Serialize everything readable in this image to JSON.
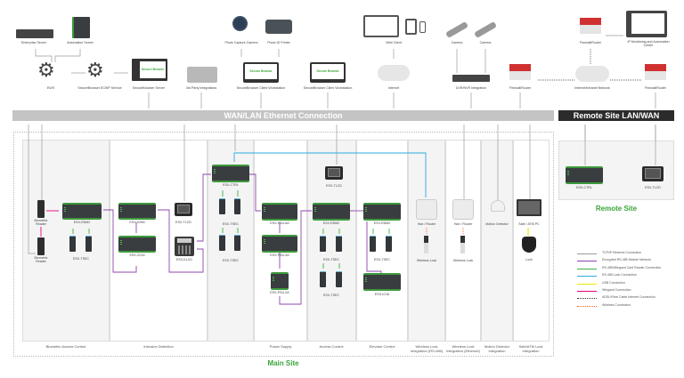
{
  "top": {
    "enterprise_server": "Enterprise Server",
    "automation_server": "Automation Server",
    "ews": "EWS",
    "ecwp_service": "SecureBrowser ECWP Service",
    "server": "SecureBrowser Server",
    "third_party": "3rd Party Integrations",
    "photo_camera": "Photo Capture Camera",
    "photo_printer": "Photo ID Printer",
    "client_ws_1": "SecureBrowser Client Workstation",
    "client_ws_2": "SecureBrowser Client Workstation",
    "web_client": "Web Client",
    "internet": "Internet",
    "camera_1": "Camera",
    "camera_2": "Camera",
    "dvr": "DVR/NVR Integration",
    "firewall_1": "Firewall/Router",
    "firewall_top": "Firewall/Router",
    "ip_monitoring": "IP Monitoring and Automation Center",
    "intranet": "Internet/Intranet Network",
    "firewall_right": "Firewall/Router",
    "brand_text": "Secure Browse"
  },
  "bars": {
    "wan": "WAN/LAN Ethernet Connection",
    "remote": "Remote Site LAN/WAN"
  },
  "main": {
    "title": "Main Site",
    "biometric_reader_1": "Biometric Reader",
    "biometric_reader_2": "Biometric Reader",
    "rdm2_a": "ESX-RDM2",
    "tsec_a": "ESX-TSEC",
    "iom4": "ESX-IOM4",
    "zx16": "ESX-ZX16",
    "tlcd_a": "ESX-TLCD",
    "klcd": "ESX-KLCD",
    "ctrl": "ESX-CTRL",
    "tsec_b": "ESX-TSEC",
    "tsec_c": "ESX-TSEC",
    "psu6": "ESX-PSU-6A",
    "psu4": "ESX-PSU-4A",
    "psu2": "ESX-PSU-2A",
    "tlcd_b": "ESX-TLCD",
    "rdm2_b": "ESX-RDM2",
    "tsec_d": "ESX-TSEC",
    "tsec_e": "ESX-TSEC",
    "rdm2_c": "ESX-RDM2",
    "tsec_f": "ESX-TSEC",
    "io16": "ESX-IO16",
    "hub_1": "Hub / Router",
    "wlock_1": "Wireless Lock",
    "hub_2": "Hub / Router",
    "wlock_2": "Wireless Lock",
    "motion": "Motion Detector",
    "safe_pc": "Safe / ATM PC",
    "lock": "Lock",
    "columns": [
      "Biometric Access Control",
      "Intrusion Detection",
      "",
      "Power Supply",
      "Access Control",
      "Elevator Control",
      "Wireless Lock Integration (RS-485)",
      "Wireless Lock Integration (Ethernet)",
      "Motion Detector Integration",
      "Safe/ATM Lock Integration"
    ]
  },
  "remote": {
    "title": "Remote Site",
    "ctrl": "ESX-CTRL",
    "tlcd": "ESX-TLCD"
  },
  "legend": [
    {
      "label": "TCP/IP Ethernet Connection",
      "color": "#9a9a9a",
      "style": "solid"
    },
    {
      "label": "Encrypted RS-485 Module Network",
      "color": "#8e44ad",
      "style": "solid"
    },
    {
      "label": "RS-485/Wiegand Card Reader Connection",
      "color": "#3cb043",
      "style": "solid"
    },
    {
      "label": "RS-485 Lock Connection",
      "color": "#29abe2",
      "style": "solid"
    },
    {
      "label": "USB Connection",
      "color": "#f2e600",
      "style": "solid"
    },
    {
      "label": "Wiegand Connection",
      "color": "#e6007e",
      "style": "solid"
    },
    {
      "label": "ADSL/Fibre Cable Internet Connection",
      "color": "#333333",
      "style": "dotted"
    },
    {
      "label": "Wireless Connection",
      "color": "#f26522",
      "style": "dotted"
    }
  ]
}
